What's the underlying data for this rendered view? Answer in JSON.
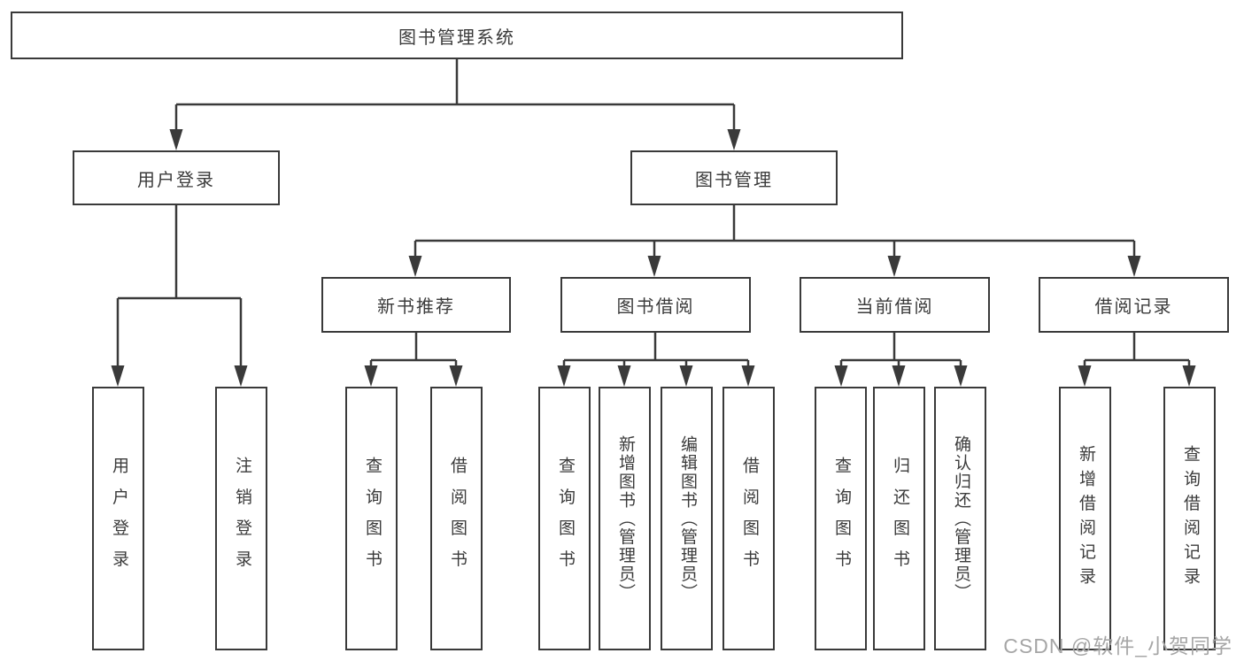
{
  "diagram": {
    "root": {
      "label": "图书管理系统"
    },
    "branches": [
      {
        "label": "用户登录",
        "children": [
          {
            "label": "用户登录"
          },
          {
            "label": "注销登录"
          }
        ]
      },
      {
        "label": "图书管理",
        "children": [
          {
            "label": "新书推荐",
            "children": [
              {
                "label": "查询图书"
              },
              {
                "label": "借阅图书"
              }
            ]
          },
          {
            "label": "图书借阅",
            "children": [
              {
                "label": "查询图书"
              },
              {
                "label": "新增图书（管理员）"
              },
              {
                "label": "编辑图书（管理员）"
              },
              {
                "label": "借阅图书"
              }
            ]
          },
          {
            "label": "当前借阅",
            "children": [
              {
                "label": "查询图书"
              },
              {
                "label": "归还图书"
              },
              {
                "label": "确认归还（管理员）"
              }
            ]
          },
          {
            "label": "借阅记录",
            "children": [
              {
                "label": "新增借阅记录"
              },
              {
                "label": "查询借阅记录"
              }
            ]
          }
        ]
      }
    ]
  },
  "watermark": {
    "text": "CSDN @软件_小贺同学"
  },
  "colors": {
    "line": "#3a3a3a",
    "box_border": "#3a3a3a",
    "text": "#3b3b3b",
    "watermark": "#a6a6a6",
    "background": "#ffffff"
  }
}
